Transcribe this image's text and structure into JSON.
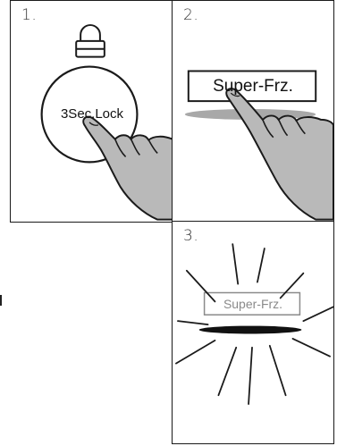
{
  "steps": [
    {
      "number": "1.",
      "button_label": "3Sec.Lock",
      "icon": "padlock-icon",
      "gesture": "press-and-hold"
    },
    {
      "number": "2.",
      "button_label": "Super-Frz.",
      "gesture": "tap"
    },
    {
      "number": "3.",
      "button_label": "Super-Frz.",
      "state": "activated"
    }
  ],
  "colors": {
    "line": "#1a1a1a",
    "hand_fill": "#b9b9b9",
    "shadow_fill": "#a8a8a8",
    "dim_text": "#8a8a8a"
  }
}
